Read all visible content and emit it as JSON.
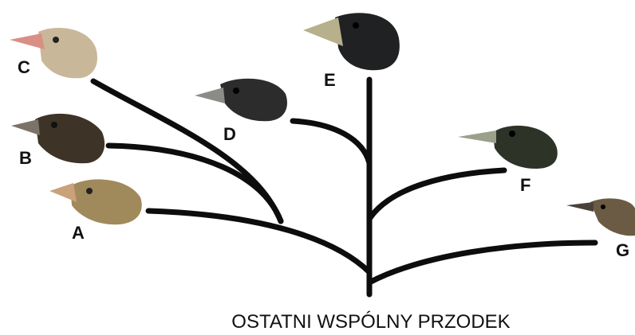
{
  "labels": {
    "a": "A",
    "b": "B",
    "c": "C",
    "d": "D",
    "e": "E",
    "f": "F",
    "g": "G"
  },
  "caption": "OSTATNI WSPÓLNY PRZODEK",
  "birds": [
    {
      "id": "A",
      "icon": "finch-head-icon",
      "plumage": "#a08a5c",
      "beak": "#c9a27a"
    },
    {
      "id": "B",
      "icon": "finch-head-icon",
      "plumage": "#3e3327",
      "beak": "#7b7368"
    },
    {
      "id": "C",
      "icon": "finch-head-icon",
      "plumage": "#c9b79a",
      "beak": "#d98f86"
    },
    {
      "id": "D",
      "icon": "finch-head-icon",
      "plumage": "#2c2c2c",
      "beak": "#8c8c86"
    },
    {
      "id": "E",
      "icon": "finch-head-icon",
      "plumage": "#1f2123",
      "beak": "#b7b08c"
    },
    {
      "id": "F",
      "icon": "finch-head-icon",
      "plumage": "#2e3328",
      "beak": "#9aa08a"
    },
    {
      "id": "G",
      "icon": "finch-head-icon",
      "plumage": "#6b5a44",
      "beak": "#4a423a"
    }
  ]
}
